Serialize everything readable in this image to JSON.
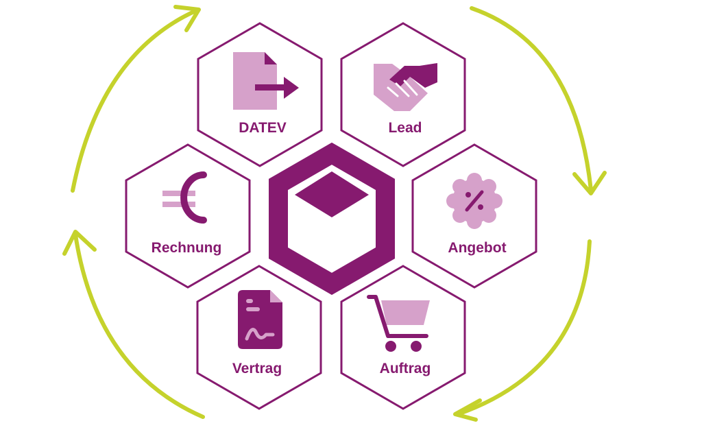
{
  "colors": {
    "primary": "#861a6f",
    "light": "#d6a1ca",
    "accent": "#c5d22c",
    "background": "#ffffff"
  },
  "center": {
    "icon": "cube-icon"
  },
  "nodes": [
    {
      "id": "datev",
      "label": "DATEV",
      "icon": "file-export-icon"
    },
    {
      "id": "lead",
      "label": "Lead",
      "icon": "handshake-icon"
    },
    {
      "id": "rechnung",
      "label": "Rechnung",
      "icon": "euro-icon"
    },
    {
      "id": "angebot",
      "label": "Angebot",
      "icon": "discount-badge-icon"
    },
    {
      "id": "vertrag",
      "label": "Vertrag",
      "icon": "contract-signature-icon"
    },
    {
      "id": "auftrag",
      "label": "Auftrag",
      "icon": "shopping-cart-icon"
    }
  ],
  "cycle": {
    "icon": "cycle-arrows-icon",
    "arrow_count": 4
  }
}
